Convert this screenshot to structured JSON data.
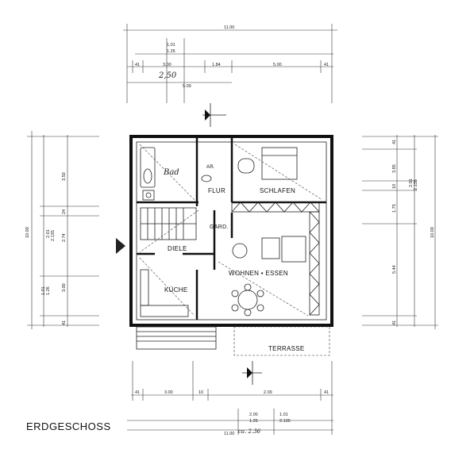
{
  "plan": {
    "title": "ERDGESCHOSS",
    "rooms": {
      "bad": "Bad",
      "ar": "AR.",
      "flur": "FLUR",
      "schlafen": "SCHLAFEN",
      "gard": "GARD.",
      "diele": "DIELE",
      "wohnen": "WOHNEN • ESSEN",
      "kueche": "KÜCHE",
      "terrasse": "TERRASSE"
    },
    "top_dims": {
      "overall": "11.00",
      "stack1": "1.01",
      "stack2": "1.26",
      "d41a": "41",
      "d300": "3.00",
      "d184": "1.84",
      "d500": "5.00",
      "d41b": "41",
      "hand_250": "2,50",
      "d509": "5.09"
    },
    "bottom_dims": {
      "d41a": "41",
      "d300": "3.00",
      "d10": "10",
      "d209": "2.09",
      "d41b": "41",
      "d200": "2.00",
      "d101": "1.01",
      "d125": "1.25",
      "d2135": "2.135",
      "overall": "11.00",
      "ca236": "ca. 2.36"
    },
    "left_dims": {
      "overall": "10.00",
      "d350": "3.50",
      "d24": "24",
      "d201": "2.01",
      "d2135": "2.135",
      "d274": "2.74",
      "d101": "1.01",
      "d126": "1.26",
      "d300": "3.00",
      "d41": "41"
    },
    "right_dims": {
      "overall": "10.00",
      "d41a": "41",
      "d385": "3.85",
      "d10": "10",
      "d201": "2.01",
      "d2135": "2.135",
      "d175": "1.75",
      "d544": "5.44",
      "d41b": "41"
    }
  }
}
